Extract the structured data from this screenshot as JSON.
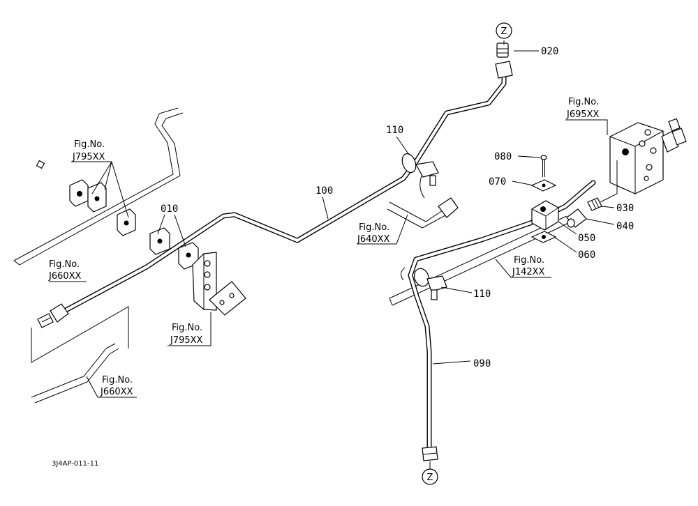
{
  "diagram": {
    "callouts": {
      "c010": "010",
      "c020": "020",
      "c030": "030",
      "c040": "040",
      "c050": "050",
      "c060": "060",
      "c070": "070",
      "c080": "080",
      "c090": "090",
      "c100": "100",
      "c110a": "110",
      "c110b": "110"
    },
    "refs": {
      "fig_no": "Fig.No.",
      "j795_top": "J795XX",
      "j795_bottom": "J795XX",
      "j660_left": "J660XX",
      "j660_bottom": "J660XX",
      "j640": "J640XX",
      "j142": "J142XX",
      "j695": "J695XX"
    },
    "markers": {
      "z_top": "Z",
      "z_bottom": "Z"
    },
    "drawing_code": "3J4AP-011-11"
  }
}
